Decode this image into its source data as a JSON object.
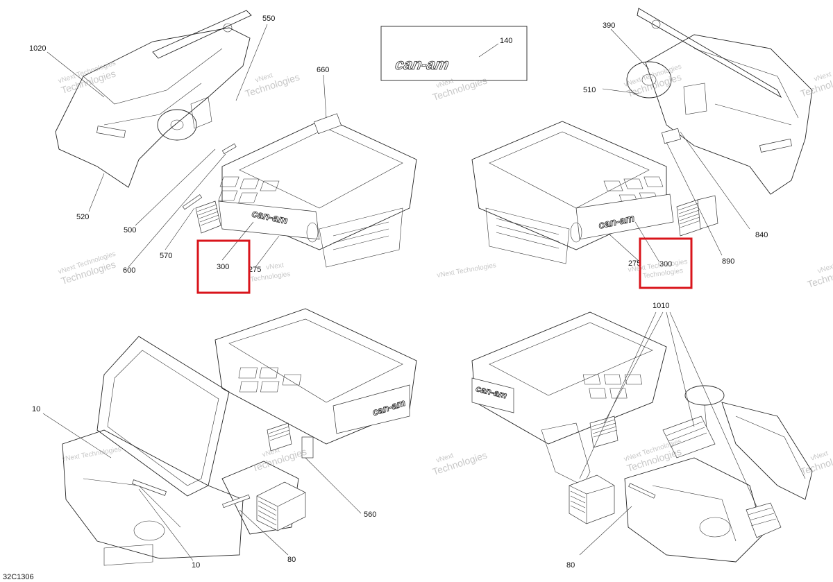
{
  "diagram_id": "32C1306",
  "logo_text": "can-am",
  "watermark": {
    "line1": "vNext",
    "line2": "Technologies",
    "full": "vNext Technologies"
  },
  "callouts": {
    "c1020": "1020",
    "c550": "550",
    "c660": "660",
    "c520": "520",
    "c500": "500",
    "c570": "570",
    "c600": "600",
    "c300_left": "300",
    "c275_left": "275",
    "c140": "140",
    "c390": "390",
    "c510": "510",
    "c840": "840",
    "c890": "890",
    "c275_right": "275",
    "c300_right": "300",
    "c1010": "1010",
    "c10_top": "10",
    "c10_bottom": "10",
    "c560": "560",
    "c80_left": "80",
    "c80_right": "80"
  },
  "highlight_color": "#d9141b"
}
